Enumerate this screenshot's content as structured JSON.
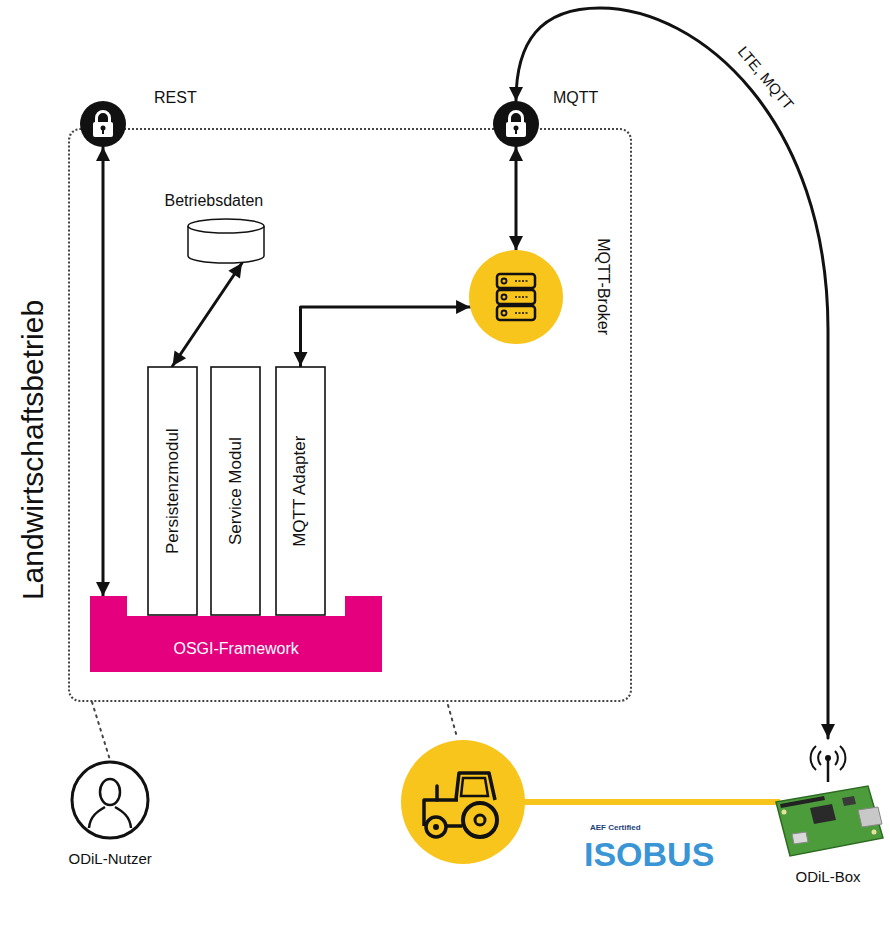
{
  "diagram": {
    "nodes": [
      {
        "text": [
          "Landwirtschaftsbetrieb"
        ]
      },
      {
        "text": [
          "REST"
        ]
      },
      {
        "text": [
          "MQTT"
        ]
      },
      {
        "text": [
          "Betriebsdaten"
        ],
        "in": 0
      },
      {
        "text": [
          "MQTT-Broker"
        ],
        "in": 0
      },
      {
        "text": [
          "Persistenzmodul"
        ],
        "in": 0
      },
      {
        "text": [
          "Service Modul"
        ],
        "in": 0
      },
      {
        "text": [
          "MQTT Adapter"
        ],
        "in": 0
      },
      {
        "text": [
          "OSGI-Framework"
        ],
        "in": 0
      },
      {
        "text": [
          "ODiL-Nutzer"
        ]
      },
      {
        "text": [
          "ODiL-Box"
        ]
      }
    ],
    "edges": [
      {
        "from": 1,
        "to": 8,
        "arrow": "both"
      },
      {
        "from": 2,
        "to": 4,
        "arrow": "both"
      },
      {
        "from": 3,
        "to": 5,
        "arrow": "both"
      },
      {
        "from": 7,
        "to": 4,
        "arrow": "both"
      },
      {
        "from": 2,
        "to": 10,
        "label": "LTE, MQTT",
        "arrow": "both"
      },
      {
        "from": 0,
        "to": 9,
        "arrow": "none"
      }
    ],
    "labels": [
      "AEF Certified",
      "ISOBUS"
    ]
  }
}
